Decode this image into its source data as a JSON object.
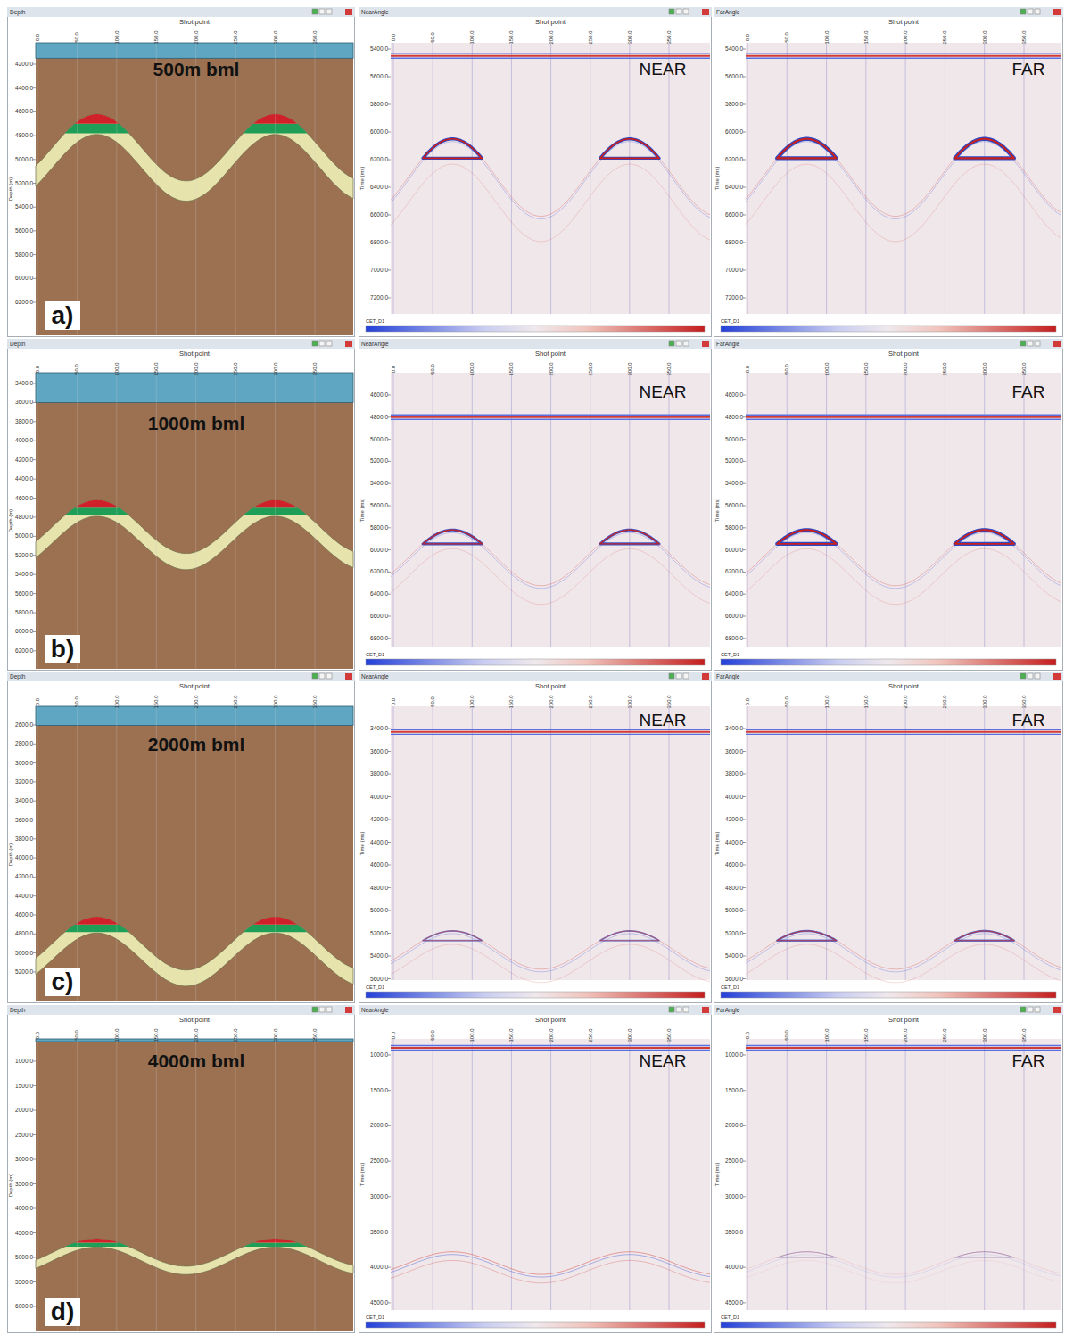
{
  "diagram": {
    "nodes": [
      {
        "text": [
          "Depth",
          "Shot point",
          "Depth (m)",
          "500m bml",
          "a)",
          "0.0",
          "50.0",
          "100.0",
          "150.0",
          "200.0",
          "250.0",
          "300.0",
          "350.0",
          "4200.0",
          "4400.0",
          "4600.0",
          "4800.0",
          "5000.0",
          "5200.0",
          "5400.0",
          "5600.0",
          "5800.0",
          "6000.0",
          "6200.0"
        ]
      },
      {
        "text": [
          "NearAngle",
          "Shot point",
          "Time (ms)",
          "NEAR",
          "CET_D1",
          "0.0",
          "50.0",
          "100.0",
          "150.0",
          "200.0",
          "250.0",
          "300.0",
          "350.0",
          "5400.0",
          "5600.0",
          "5800.0",
          "6000.0",
          "6200.0",
          "6400.0",
          "6600.0",
          "6800.0",
          "7000.0",
          "7200.0"
        ]
      },
      {
        "text": [
          "FarAngle",
          "Shot point",
          "Time (ms)",
          "FAR",
          "CET_D1",
          "0.0",
          "50.0",
          "100.0",
          "150.0",
          "200.0",
          "250.0",
          "300.0",
          "350.0",
          "5400.0",
          "5600.0",
          "5800.0",
          "6000.0",
          "6200.0",
          "6400.0",
          "6600.0",
          "6800.0",
          "7000.0",
          "7200.0"
        ]
      },
      {
        "text": [
          "Depth",
          "Shot point",
          "Depth (m)",
          "1000m bml",
          "b)",
          "0.0",
          "50.0",
          "100.0",
          "150.0",
          "200.0",
          "250.0",
          "300.0",
          "350.0",
          "3400.0",
          "3600.0",
          "3800.0",
          "4000.0",
          "4200.0",
          "4400.0",
          "4600.0",
          "4800.0",
          "5000.0",
          "5200.0",
          "5400.0",
          "5600.0",
          "5800.0",
          "6000.0",
          "6200.0"
        ]
      },
      {
        "text": [
          "NearAngle",
          "Shot point",
          "Time (ms)",
          "NEAR",
          "CET_D1",
          "0.0",
          "50.0",
          "100.0",
          "150.0",
          "200.0",
          "250.0",
          "300.0",
          "350.0",
          "4600.0",
          "4800.0",
          "5000.0",
          "5200.0",
          "5400.0",
          "5600.0",
          "5800.0",
          "6000.0",
          "6200.0",
          "6400.0",
          "6600.0",
          "6800.0"
        ]
      },
      {
        "text": [
          "FarAngle",
          "Shot point",
          "Time (ms)",
          "FAR",
          "CET_D1",
          "0.0",
          "50.0",
          "100.0",
          "150.0",
          "200.0",
          "250.0",
          "300.0",
          "350.0",
          "4600.0",
          "4800.0",
          "5000.0",
          "5200.0",
          "5400.0",
          "5600.0",
          "5800.0",
          "6000.0",
          "6200.0",
          "6400.0",
          "6600.0",
          "6800.0"
        ]
      },
      {
        "text": [
          "Depth",
          "Shot point",
          "Depth (m)",
          "2000m bml",
          "c)",
          "0.0",
          "50.0",
          "100.0",
          "150.0",
          "200.0",
          "250.0",
          "300.0",
          "350.0",
          "2600.0",
          "2800.0",
          "3000.0",
          "3200.0",
          "3400.0",
          "3600.0",
          "3800.0",
          "4000.0",
          "4200.0",
          "4400.0",
          "4600.0",
          "4800.0",
          "5000.0",
          "5200.0"
        ]
      },
      {
        "text": [
          "NearAngle",
          "Shot point",
          "Time (ms)",
          "NEAR",
          "CET_D1",
          "0.0",
          "50.0",
          "100.0",
          "150.0",
          "200.0",
          "250.0",
          "300.0",
          "350.0",
          "3400.0",
          "3600.0",
          "3800.0",
          "4000.0",
          "4200.0",
          "4400.0",
          "4600.0",
          "4800.0",
          "5000.0",
          "5200.0",
          "5400.0",
          "5600.0"
        ]
      },
      {
        "text": [
          "FarAngle",
          "Shot point",
          "Time (ms)",
          "FAR",
          "CET_D1",
          "0.0",
          "50.0",
          "100.0",
          "150.0",
          "200.0",
          "250.0",
          "300.0",
          "350.0",
          "3400.0",
          "3600.0",
          "3800.0",
          "4000.0",
          "4200.0",
          "4400.0",
          "4600.0",
          "4800.0",
          "5000.0",
          "5200.0",
          "5400.0",
          "5600.0"
        ]
      },
      {
        "text": [
          "Depth",
          "Shot point",
          "Depth (m)",
          "4000m bml",
          "d)",
          "0.0",
          "50.0",
          "100.0",
          "150.0",
          "200.0",
          "250.0",
          "300.0",
          "350.0",
          "1000.0",
          "1500.0",
          "2000.0",
          "2500.0",
          "3000.0",
          "3500.0",
          "4000.0",
          "4500.0",
          "5000.0",
          "5500.0",
          "6000.0"
        ]
      },
      {
        "text": [
          "NearAngle",
          "Shot point",
          "Time (ms)",
          "NEAR",
          "CET_D1",
          "0.0",
          "50.0",
          "100.0",
          "150.0",
          "200.0",
          "250.0",
          "300.0",
          "350.0",
          "1000.0",
          "1500.0",
          "2000.0",
          "2500.0",
          "3000.0",
          "3500.0",
          "4000.0",
          "4500.0"
        ]
      },
      {
        "text": [
          "FarAngle",
          "Shot point",
          "Time (ms)",
          "FAR",
          "CET_D1",
          "0.0",
          "50.0",
          "100.0",
          "150.0",
          "200.0",
          "250.0",
          "300.0",
          "350.0",
          "1000.0",
          "1500.0",
          "2000.0",
          "2500.0",
          "3000.0",
          "3500.0",
          "4000.0",
          "4500.0"
        ]
      }
    ]
  }
}
